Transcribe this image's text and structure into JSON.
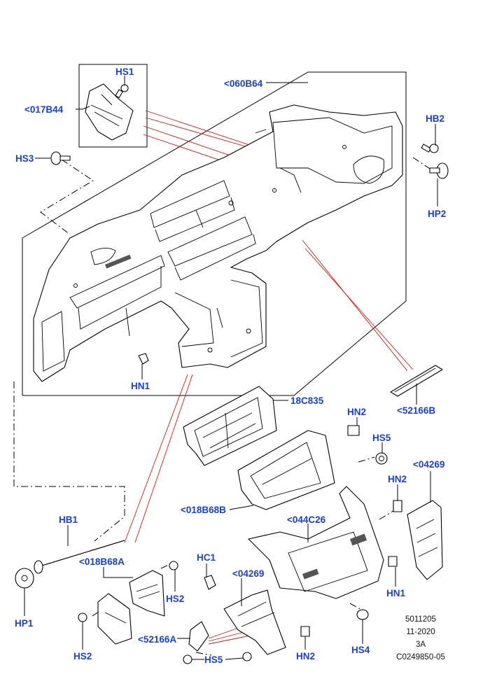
{
  "callouts": {
    "hs1": "HS1",
    "p017b44": "<017B44",
    "p060b64": "<060B64",
    "hb2": "HB2",
    "hs3": "HS3",
    "hp2": "HP2",
    "hn1_top": "HN1",
    "p18c835": "18C835",
    "hn2_a": "HN2",
    "p52166b": "<52166B",
    "hs5_a": "HS5",
    "p04269_right": "<04269",
    "hn2_b": "HN2",
    "p018b68b": "<018B68B",
    "p044c26": "<044C26",
    "hb1": "HB1",
    "p018b68a": "<018B68A",
    "hc1": "HC1",
    "p04269_mid": "<04269",
    "hn1_right": "HN1",
    "hs2_a": "HS2",
    "hp1": "HP1",
    "hs2_b": "HS2",
    "p52166a": "<52166A",
    "hs5_b": "HS5",
    "hn2_c": "HN2",
    "hs4": "HS4"
  },
  "reference": {
    "line1": "5011205",
    "line2": "11-2020",
    "line3": "3A",
    "line4": "C0249850-05"
  }
}
